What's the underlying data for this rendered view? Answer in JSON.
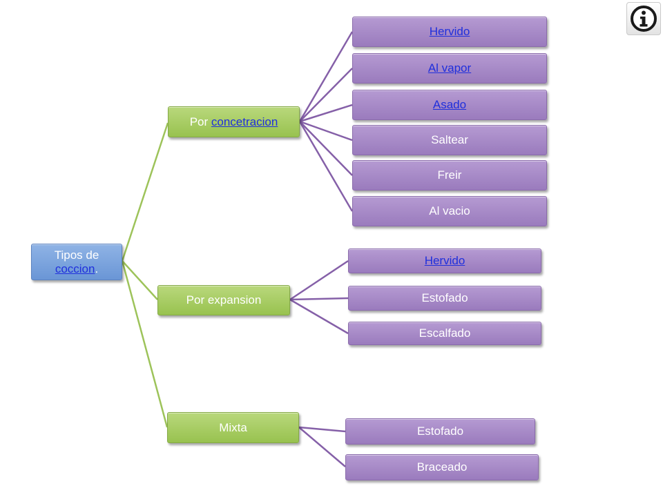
{
  "root": {
    "text_before": "Tipos de",
    "link": "coccion",
    "text_after": "."
  },
  "categories": {
    "concentracion": {
      "prefix": "Por ",
      "link": "concetracion"
    },
    "expansion": {
      "label": "Por expansion"
    },
    "mixta": {
      "label": "Mixta"
    }
  },
  "concentracion_items": [
    "Hervido",
    "Al vapor",
    "Asado",
    "Saltear",
    "Freir",
    "Al vacio"
  ],
  "expansion_items": [
    "Hervido",
    "Estofado",
    "Escalfado"
  ],
  "mixta_items": [
    "Estofado",
    "Braceado"
  ],
  "colors": {
    "root": "#7aa3dd",
    "level1": "#a8ce68",
    "level2": "#a98bc9",
    "connector_green": "#9dc35a",
    "connector_purple": "#8560a8",
    "link": "#1f2fdc"
  },
  "icons": {
    "info": "info-icon"
  }
}
